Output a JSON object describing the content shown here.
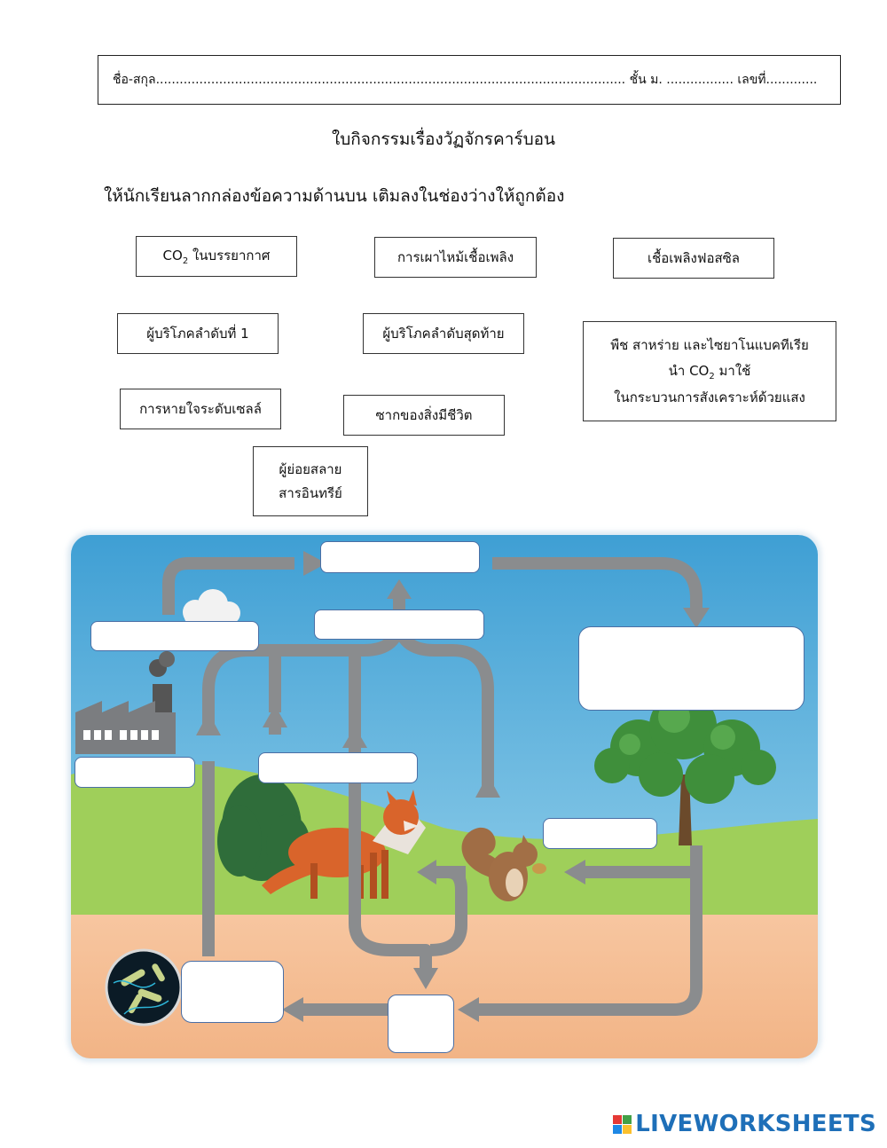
{
  "header": {
    "name_line": "ชื่อ-สกุล....................................................................................................................... ชั้น ม. ................. เลขที่.............",
    "title": "ใบกิจกรรมเรื่องวัฏจักรคาร์บอน",
    "instruction": "ให้นักเรียนลากกล่องข้อความด้านบน เติมลงในช่องว่างให้ถูกต้อง"
  },
  "options": {
    "co2_prefix": "CO",
    "co2_sub": "2",
    "co2_suffix": " ในบรรยากาศ",
    "burning": "การเผาไหม้เชื้อเพลิง",
    "fossil": "เชื้อเพลิงฟอสซิล",
    "consumer1": "ผู้บริโภคลำดับที่ 1",
    "consumer_last": "ผู้บริโภคลำดับสุดท้าย",
    "plants_line1": "พืช สาหร่าย และไซยาโนแบคทีเรีย",
    "plants_line2_prefix": "นำ CO",
    "plants_line2_sub": "2",
    "plants_line2_suffix": " มาใช้",
    "plants_line3": "ในกระบวนการสังเคราะห์ด้วยแสง",
    "respiration": "การหายใจระดับเซลล์",
    "remains": "ซากของสิ่งมีชีวิต",
    "decomposer_line1": "ผู้ย่อยสลาย",
    "decomposer_line2": "สารอินทรีย์"
  },
  "colors": {
    "sky_top": "#3f9fd4",
    "sky_bottom": "#a9dcf0",
    "grass": "#9fcf5a",
    "soil": "#f5bf95",
    "arrow": "#8a8c8e",
    "blank_border": "#4a6fa5"
  },
  "logo": {
    "text": "LIVEWORKSHEETS"
  }
}
